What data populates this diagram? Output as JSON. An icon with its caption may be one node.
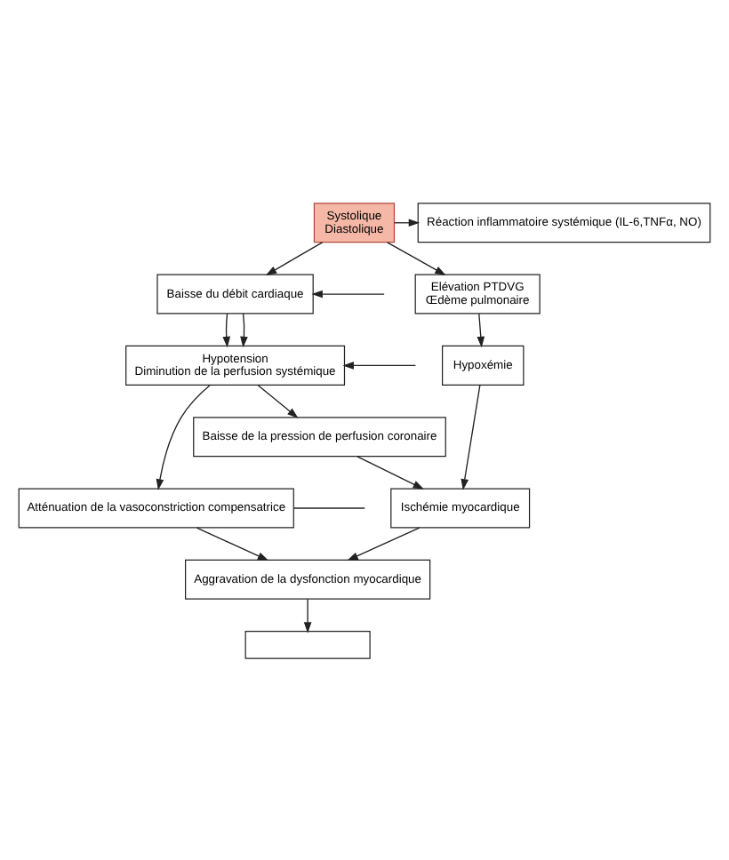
{
  "diagram": {
    "nodes": [
      {
        "text": [
          "Systolique",
          "Diastolique"
        ]
      },
      {
        "text": [
          "Réaction inflammatoire systémique (IL-6,TNFα, NO)"
        ]
      },
      {
        "text": [
          "Baisse du débit cardiaque"
        ]
      },
      {
        "text": [
          "Elévation PTDVG",
          "Œdème pulmonaire"
        ]
      },
      {
        "text": [
          "Hypotension",
          "Diminution de la perfusion systémique"
        ]
      },
      {
        "text": [
          "Hypoxémie"
        ]
      },
      {
        "text": [
          "Baisse de la pression de perfusion coronaire"
        ]
      },
      {
        "text": [
          "Atténuation de la vasoconstriction compensatrice"
        ]
      },
      {
        "text": [
          "Ischémie myocardique"
        ]
      },
      {
        "text": [
          "Aggravation de la dysfonction myocardique"
        ]
      },
      {
        "text": [],
        "shape": "box"
      }
    ],
    "edges": [
      {
        "from": 0,
        "to": 1,
        "arrow": "to"
      },
      {
        "from": 0,
        "to": 2,
        "arrow": "to"
      },
      {
        "from": 0,
        "to": 3,
        "arrow": "to"
      },
      {
        "from": null,
        "to": 2,
        "arrow": "to"
      },
      {
        "from": 2,
        "to": 4,
        "arrow": "to"
      },
      {
        "from": 2,
        "to": 4,
        "arrow": "to"
      },
      {
        "from": null,
        "to": 4,
        "arrow": "to"
      },
      {
        "from": 3,
        "to": 5,
        "arrow": "to"
      },
      {
        "from": 4,
        "to": 6,
        "arrow": "to"
      },
      {
        "from": 4,
        "to": 7,
        "arrow": "to"
      },
      {
        "from": 7,
        "to": null,
        "arrow": "none"
      },
      {
        "from": 6,
        "to": 8,
        "arrow": "to"
      },
      {
        "from": 5,
        "to": 8,
        "arrow": "to"
      },
      {
        "from": 7,
        "to": 9,
        "arrow": "to"
      },
      {
        "from": 8,
        "to": 9,
        "arrow": "to"
      },
      {
        "from": 9,
        "to": 10,
        "arrow": "to"
      }
    ]
  }
}
